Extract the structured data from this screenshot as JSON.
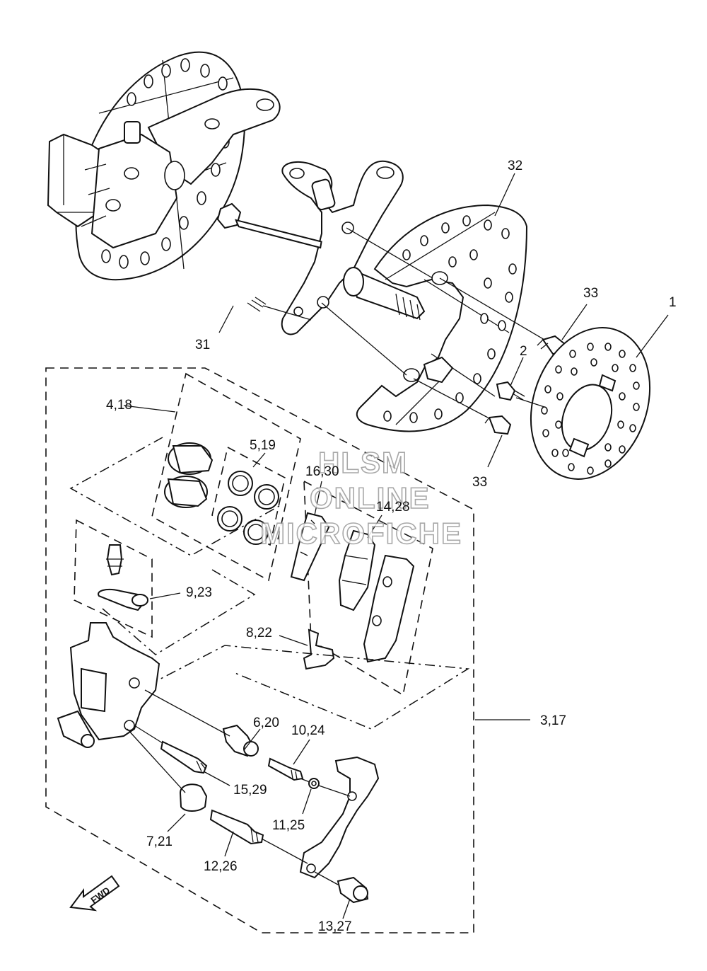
{
  "watermark": {
    "line1": "HLSM",
    "line2": "ONLINE",
    "line3": "MICROFICHE"
  },
  "fwd_label": "FWD",
  "callouts": {
    "c1": "1",
    "c2": "2",
    "c31": "31",
    "c32": "32",
    "c33a": "33",
    "c33b": "33",
    "c3_17": "3,17",
    "c4_18": "4,18",
    "c5_19": "5,19",
    "c6_20": "6,20",
    "c7_21": "7,21",
    "c8_22": "8,22",
    "c9_23": "9,23",
    "c10_24": "10,24",
    "c11_25": "11,25",
    "c12_26": "12,26",
    "c13_27": "13,27",
    "c14_28": "14,28",
    "c15_29": "15,29",
    "c16_30": "16,30"
  }
}
